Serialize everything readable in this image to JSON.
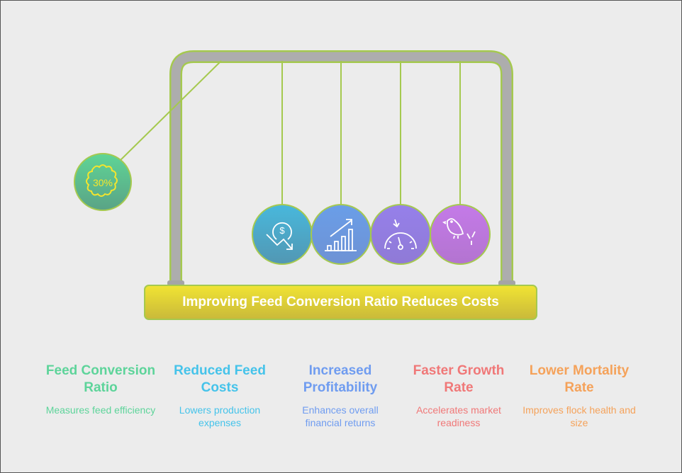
{
  "title": "Improving Feed Conversion Ratio Reduces Costs",
  "badge_text": "30%",
  "balls": [
    {
      "icon": "percent-badge-icon",
      "color": "#5dcf94"
    },
    {
      "icon": "dollar-down-trend-icon",
      "color": "#4ab4d8"
    },
    {
      "icon": "bar-chart-growth-icon",
      "color": "#6a9ce6"
    },
    {
      "icon": "speedometer-icon",
      "color": "#9580e6"
    },
    {
      "icon": "chick-icon",
      "color": "#c47ae6"
    }
  ],
  "items": [
    {
      "title": "Feed Conversion Ratio",
      "desc": "Measures feed efficiency",
      "color": "#5dd49a"
    },
    {
      "title": "Reduced Feed Costs",
      "desc": "Lowers production expenses",
      "color": "#45c3ea"
    },
    {
      "title": "Increased Profitability",
      "desc": "Enhances overall financial returns",
      "color": "#6f9cf0"
    },
    {
      "title": "Faster Growth Rate",
      "desc": "Accelerates market readiness",
      "color": "#f07878"
    },
    {
      "title": "Lower Mortality Rate",
      "desc": "Improves flock health and size",
      "color": "#f5a25a"
    }
  ]
}
